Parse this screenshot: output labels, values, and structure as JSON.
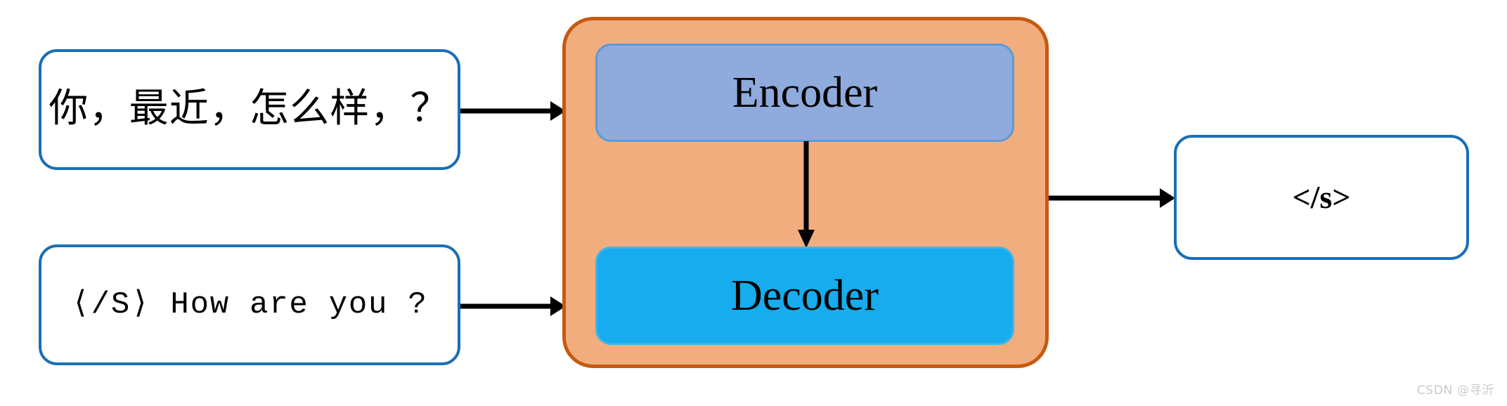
{
  "diagram": {
    "title": "Encoder-Decoder sequence-to-sequence diagram",
    "colors": {
      "box_border_blue": "#1A6FB5",
      "container_fill_orange": "#F2AD7E",
      "container_border_orange": "#C55A11",
      "encoder_fill": "#8FAADC",
      "encoder_border": "#5B9BD5",
      "decoder_fill": "#16ACED",
      "decoder_border": "#3AB5EE",
      "arrow_black": "#000000",
      "watermark_gray": "#C9C9C9"
    },
    "inputs": [
      {
        "id": "source-sentence",
        "text": "你，最近，怎么样，？"
      },
      {
        "id": "target-sentence",
        "text": "⟨/S⟩ How are you ?"
      }
    ],
    "model": {
      "encoder_label": "Encoder",
      "decoder_label": "Decoder"
    },
    "output": {
      "text": "</s>"
    },
    "arrows": [
      {
        "id": "source-to-model",
        "from": "source-sentence",
        "to": "model-container"
      },
      {
        "id": "target-to-model",
        "from": "target-sentence",
        "to": "model-container"
      },
      {
        "id": "encoder-to-decoder",
        "from": "encoder",
        "to": "decoder"
      },
      {
        "id": "model-to-output",
        "from": "model-container",
        "to": "output"
      }
    ],
    "watermark": "CSDN @寻沂"
  }
}
